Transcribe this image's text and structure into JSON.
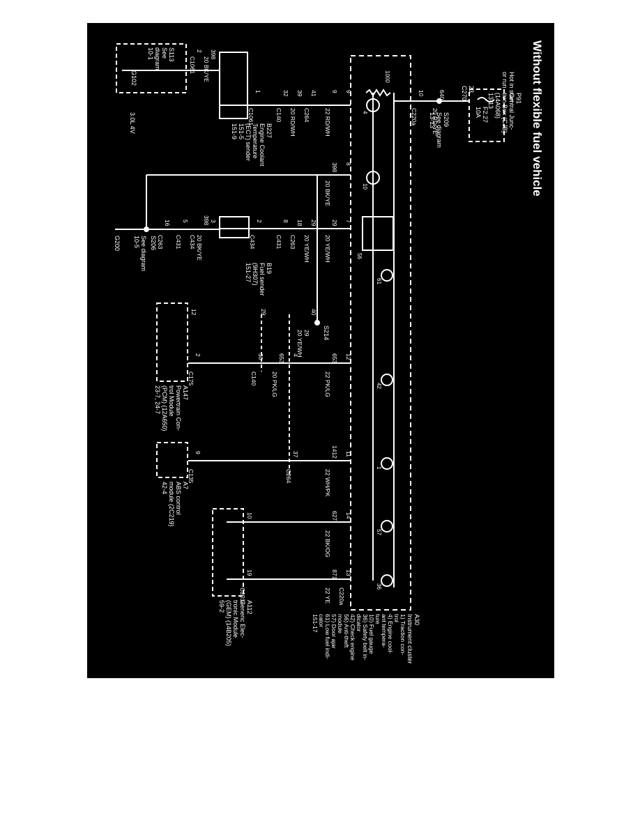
{
  "title": "Without flexible fuel vehicle",
  "pjb": {
    "power_note": [
      "Hot in start",
      "or run"
    ],
    "fuse": [
      "F2.27",
      "10A"
    ],
    "pins": {
      "top": "23",
      "connector": "C270j"
    },
    "name": [
      "P91",
      "Central Junc-",
      "tion Box (CJB)",
      "(14A068)",
      "13-13"
    ]
  },
  "splices": {
    "s209": {
      "label": "S209",
      "see": [
        "See diagram",
        "13-13"
      ]
    },
    "s113": {
      "label": "S113",
      "see": [
        "See",
        "diagram",
        "10-1"
      ]
    },
    "s214": {
      "label": "S214"
    },
    "s206": {
      "label": "S206",
      "see": [
        "See diagram",
        "10-5"
      ]
    }
  },
  "grounds": {
    "g102": "G102",
    "g200": "G200"
  },
  "engine_box": {
    "label": "3.0L 4V"
  },
  "components": {
    "b227": {
      "name": [
        "B227",
        "Engine Coolant",
        "Temperature",
        "(ECT) sender",
        "151-5",
        "151-9"
      ]
    },
    "b19": {
      "name": [
        "B19",
        "Fuel sender",
        "(9H307)",
        "151-27"
      ]
    },
    "a147": {
      "name": [
        "A147",
        "Powertrain Con-",
        "trol Module",
        "(PCM) (12A650)",
        "23-7, 24-7"
      ]
    },
    "a7": {
      "name": [
        "A7",
        "ABS control",
        "module (2C219)",
        "42-4"
      ]
    },
    "a112": {
      "name": [
        "A112",
        "Generic Elec-",
        "tronic Module",
        "(GEM) (14B205)",
        "59-2"
      ]
    },
    "a30": {
      "name": [
        "A30",
        "Instrument cluster"
      ]
    }
  },
  "cluster_legend": [
    "1) Traction con-",
    "    trol",
    "4) Engine cool-",
    "    ant tempera-",
    "    ture",
    "10) Fuel gauge",
    "36) Safety belt in-",
    "    dicator",
    "42) Check engine",
    "56) Anti-theft",
    "    module",
    "57) Door ajar",
    "61) Low fuel indi-",
    "    cator",
    "    151-17"
  ],
  "internal": {
    "resistor": "1000",
    "labels": {
      "i4": "4",
      "i10": "10",
      "i56": "56",
      "i61": "61",
      "i42": "42",
      "i1": "1",
      "i57": "57",
      "i36": "36"
    }
  },
  "wires": {
    "w640": {
      "circuit": "640",
      "color": "20 RD/YE",
      "pin": "10",
      "conn": "C220a"
    },
    "w351": {
      "circuit": "9",
      "color": "22 RD/WH",
      "pin": "9",
      "conn": "C264",
      "pin2": "41"
    },
    "w39": {
      "circuit": "39",
      "color": "20 RD/WH",
      "conn": "C140",
      "pin2": "32"
    },
    "w_ect": {
      "pin": "1",
      "conn": "C1061"
    },
    "w398": {
      "circuit": "398",
      "color": "20 BK/YE",
      "pin": "8"
    },
    "w29": {
      "circuit": "29",
      "color": "20 YE/WH",
      "pin": "7"
    },
    "w29b": {
      "circuit": "29",
      "color": "20 YE/WH",
      "pin": "18",
      "conn": "C263"
    },
    "w_c431": {
      "pin": "8",
      "conn": "C431"
    },
    "w_c434": {
      "pin": "2",
      "conn": "C434"
    },
    "w_b19_lo": {
      "circuit": "398",
      "color": "20 BK/YE",
      "pin": "3",
      "conn": "C434"
    },
    "w_c431b": {
      "pin": "5",
      "conn": "C431"
    },
    "w_c263b": {
      "pin": "16",
      "conn": "C263"
    },
    "w_ect_gnd": {
      "circuit": "398",
      "color": "20 BK/YE",
      "pin": "2",
      "conn": "C1061"
    },
    "w_s214": {
      "circuit": "29",
      "color": "20 YE/WH",
      "pin": "40",
      "pin2": "29",
      "pin3": "12"
    },
    "w653": {
      "circuit": "653",
      "color": "22 PK/LG",
      "pin": "12"
    },
    "w653b": {
      "circuit": "653",
      "color": "20 PK/LG",
      "pin": "30",
      "conn": "C140",
      "pin2": "4"
    },
    "w_pcm": {
      "pin": "2",
      "conn": "C175"
    },
    "w1412": {
      "circuit": "1412",
      "color": "22 WH/PK",
      "pin": "11",
      "pin2": "37",
      "conn": "C264"
    },
    "w_abs": {
      "pin": "9",
      "conn": "C135"
    },
    "w627": {
      "circuit": "627",
      "color": "22 BK/OG",
      "pin": "14",
      "pin2": "10"
    },
    "w871": {
      "circuit": "871",
      "color": "22 YE",
      "pin": "13",
      "conn": "C220a",
      "pin2": "19",
      "conn2": "C201c"
    }
  },
  "colors": {
    "background": "#000000",
    "ink": "#ffffff",
    "page": "#ffffff"
  }
}
